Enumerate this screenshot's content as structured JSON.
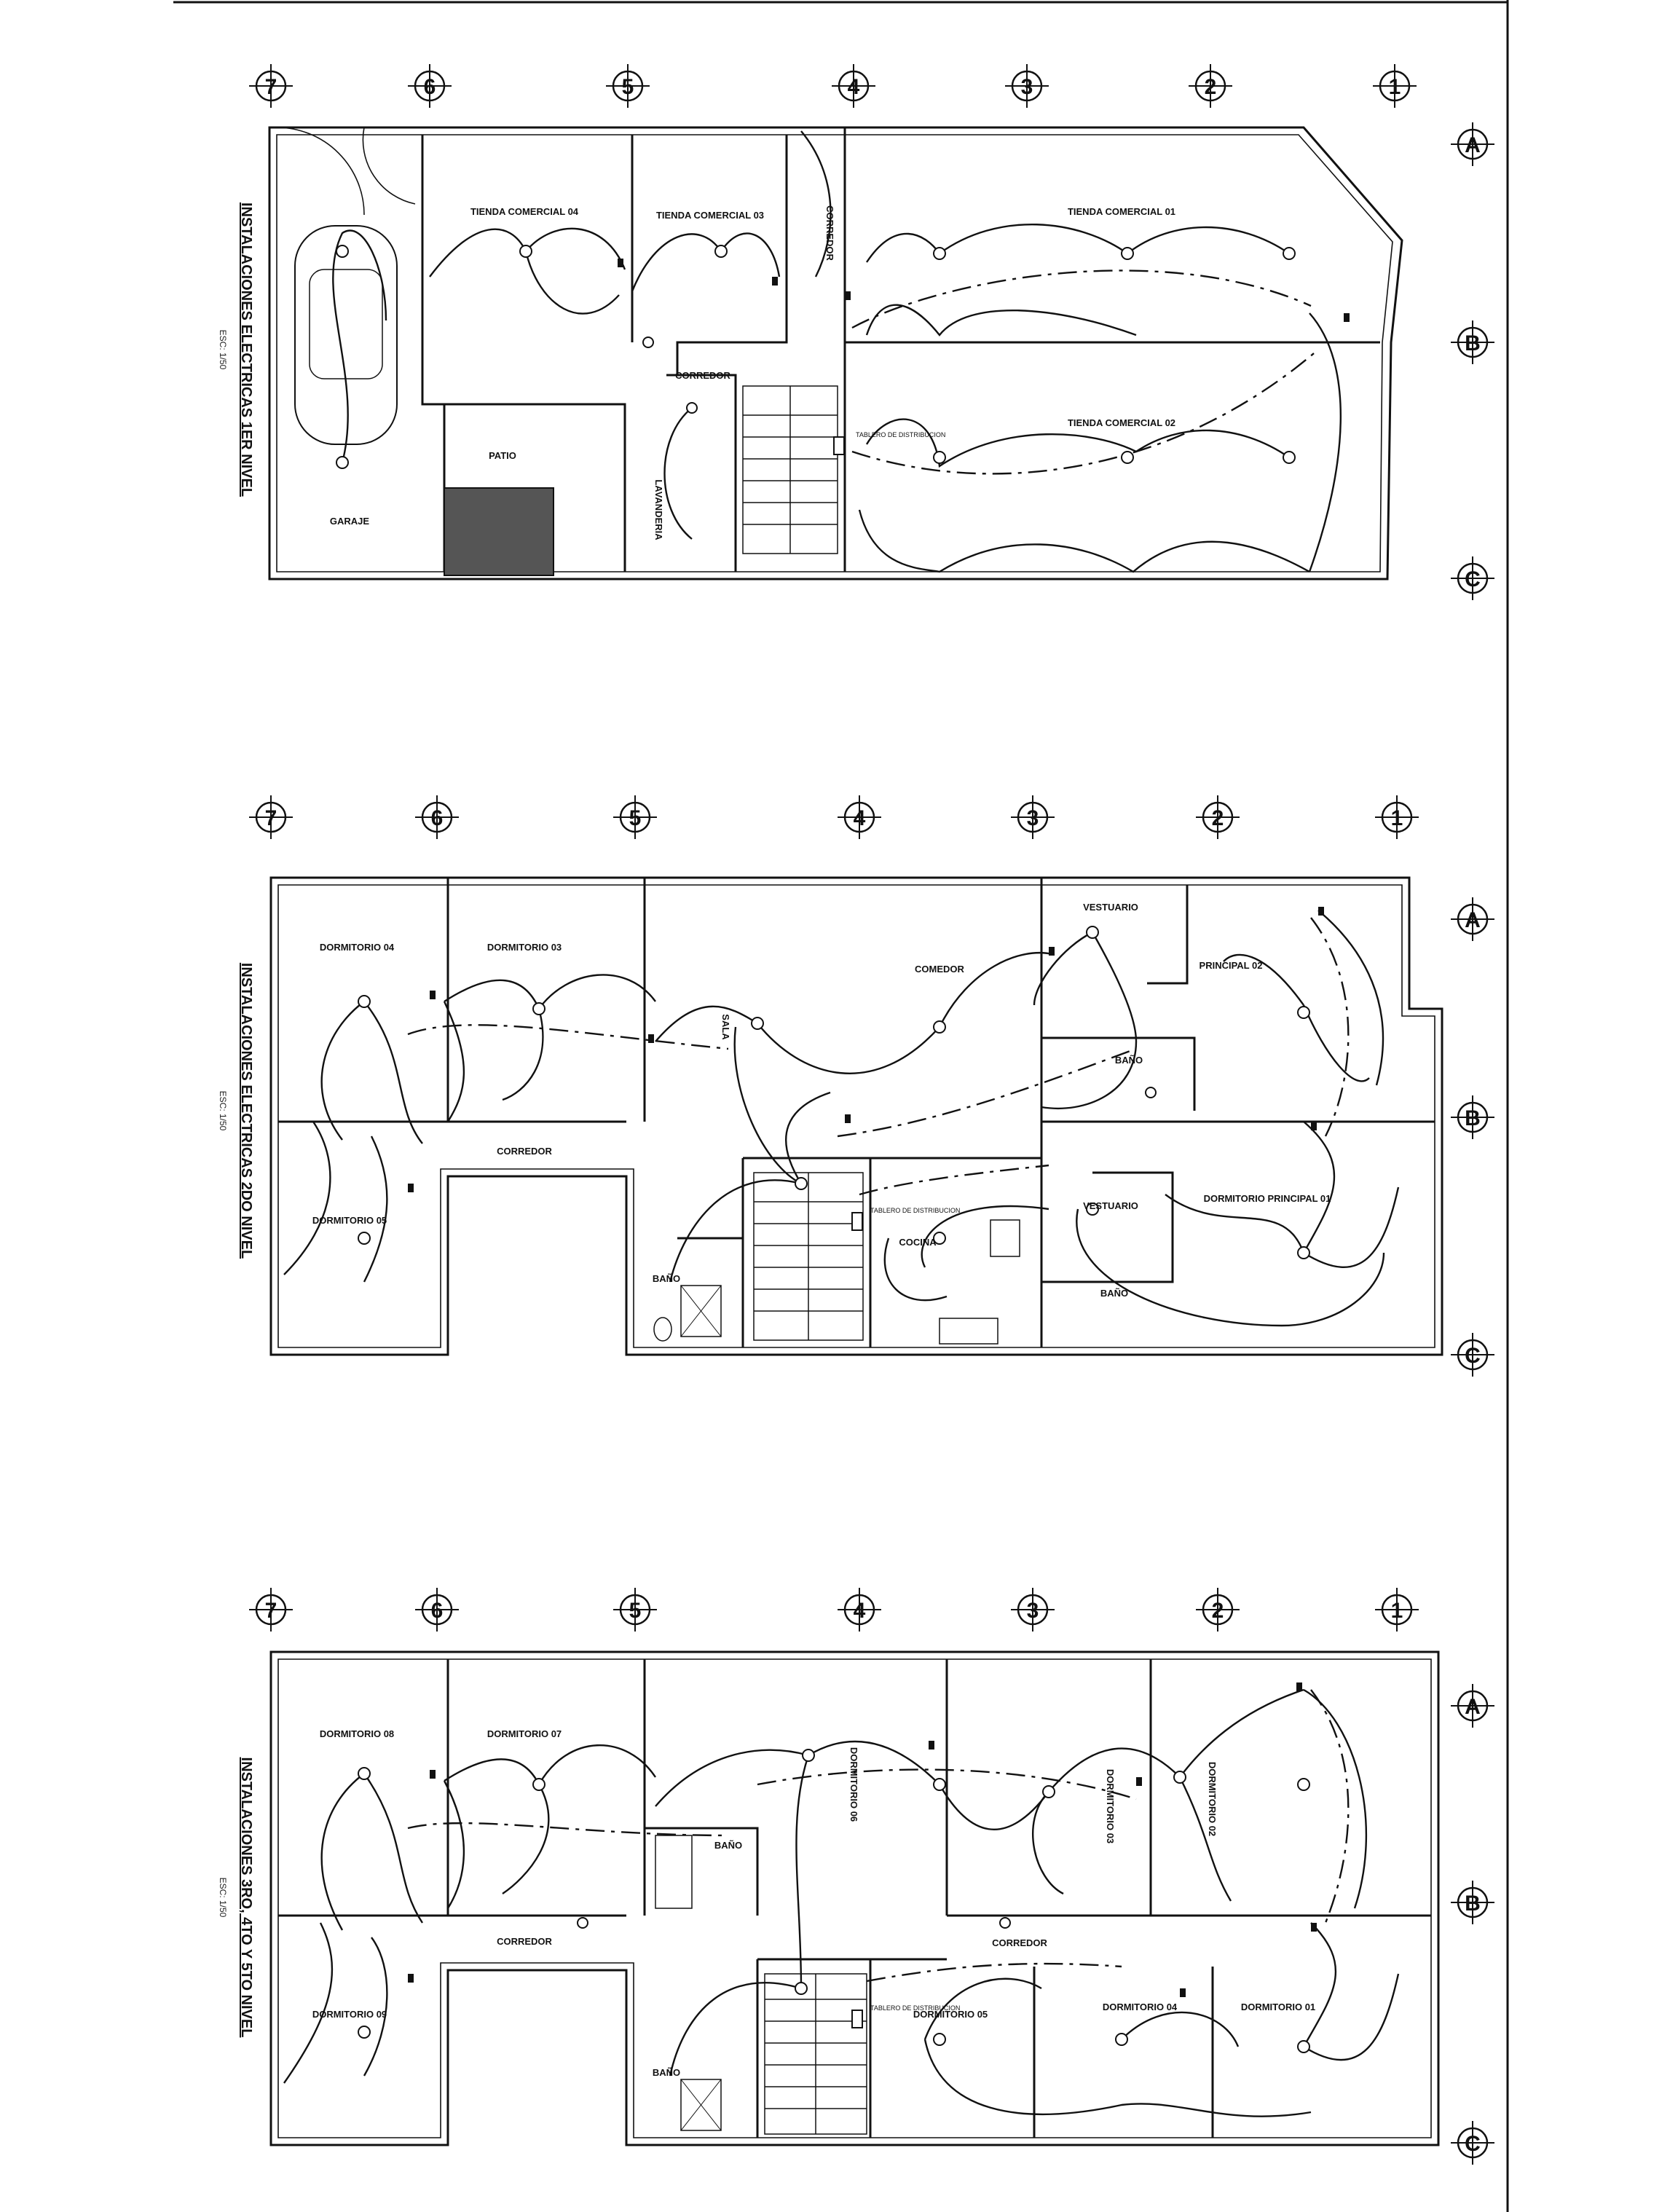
{
  "grid": {
    "columns": [
      "7",
      "6",
      "5",
      "4",
      "3",
      "2",
      "1"
    ],
    "rows": [
      "A",
      "B",
      "C"
    ]
  },
  "floor1": {
    "title": "INSTALACIONES ELECTRICAS 1ER NIVEL",
    "scale": "ESC: 1/50",
    "rooms": {
      "garaje": "GARAJE",
      "patio": "PATIO",
      "tienda04": "TIENDA COMERCIAL 04",
      "tienda03": "TIENDA COMERCIAL 03",
      "tienda01": "TIENDA COMERCIAL 01",
      "tienda02": "TIENDA COMERCIAL 02",
      "corredor_a": "CORREDOR",
      "corredor_b": "CORREDOR",
      "lavanderia": "LAVANDERIA"
    },
    "panel_label": "TABLERO DE DISTRIBUCION"
  },
  "floor2": {
    "title": "INSTALACIONES ELECTRICAS 2DO NIVEL",
    "scale": "ESC: 1/50",
    "rooms": {
      "dorm04": "DORMITORIO 04",
      "dorm03": "DORMITORIO 03",
      "dorm05": "DORMITORIO 05",
      "corredor": "CORREDOR",
      "sala": "SALA",
      "comedor": "COMEDOR",
      "vestuario_a": "VESTUARIO",
      "vestuario_b": "VESTUARIO",
      "principal02": "PRINCIPAL 02",
      "principal01": "DORMITORIO PRINCIPAL 01",
      "bano_a": "BAÑO",
      "bano_b": "BAÑO",
      "bano_c": "BAÑO",
      "cocina": "COCINA"
    },
    "panel_label": "TABLERO DE DISTRIBUCION"
  },
  "floor3": {
    "title": "INSTALACIONES 3RO, 4TO Y 5TO NIVEL",
    "scale": "ESC: 1/50",
    "rooms": {
      "dorm08": "DORMITORIO 08",
      "dorm07": "DORMITORIO 07",
      "dorm06": "DORMITORIO 06",
      "dorm09": "DORMITORIO 09",
      "dorm03": "DORMITORIO 03",
      "dorm02": "DORMITORIO 02",
      "dorm01": "DORMITORIO 01",
      "dorm04": "DORMITORIO 04",
      "dorm05": "DORMITORIO 05",
      "corredor_a": "CORREDOR",
      "corredor_b": "CORREDOR",
      "bano_a": "BAÑO",
      "bano_b": "BAÑO"
    },
    "panel_label": "TABLERO DE DISTRIBUCION"
  }
}
